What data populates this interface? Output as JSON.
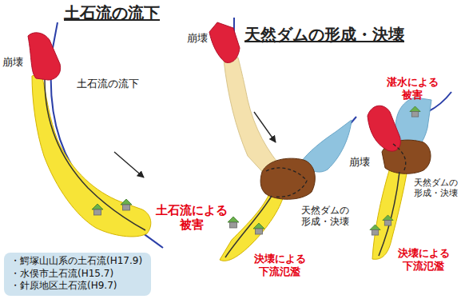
{
  "diagram": {
    "nodes": [
      {
        "text": [
          "・鰐塚山山系の土石流(H17.9)",
          "・水俣市土石流(H15.7)",
          "・針原地区土石流(H9.7)"
        ]
      }
    ],
    "labels": [
      "土石流の流下",
      "天然ダムの形成・決壊",
      "崩壊",
      "土石流の流下",
      "崩壊",
      "湛水による 被害",
      "崩壊",
      "土石流による 被害",
      "天然ダムの 形成・決壊",
      "天然ダムの 形成・決壊",
      "決壊による 下流氾濫",
      "決壊による 下流氾濫"
    ]
  }
}
